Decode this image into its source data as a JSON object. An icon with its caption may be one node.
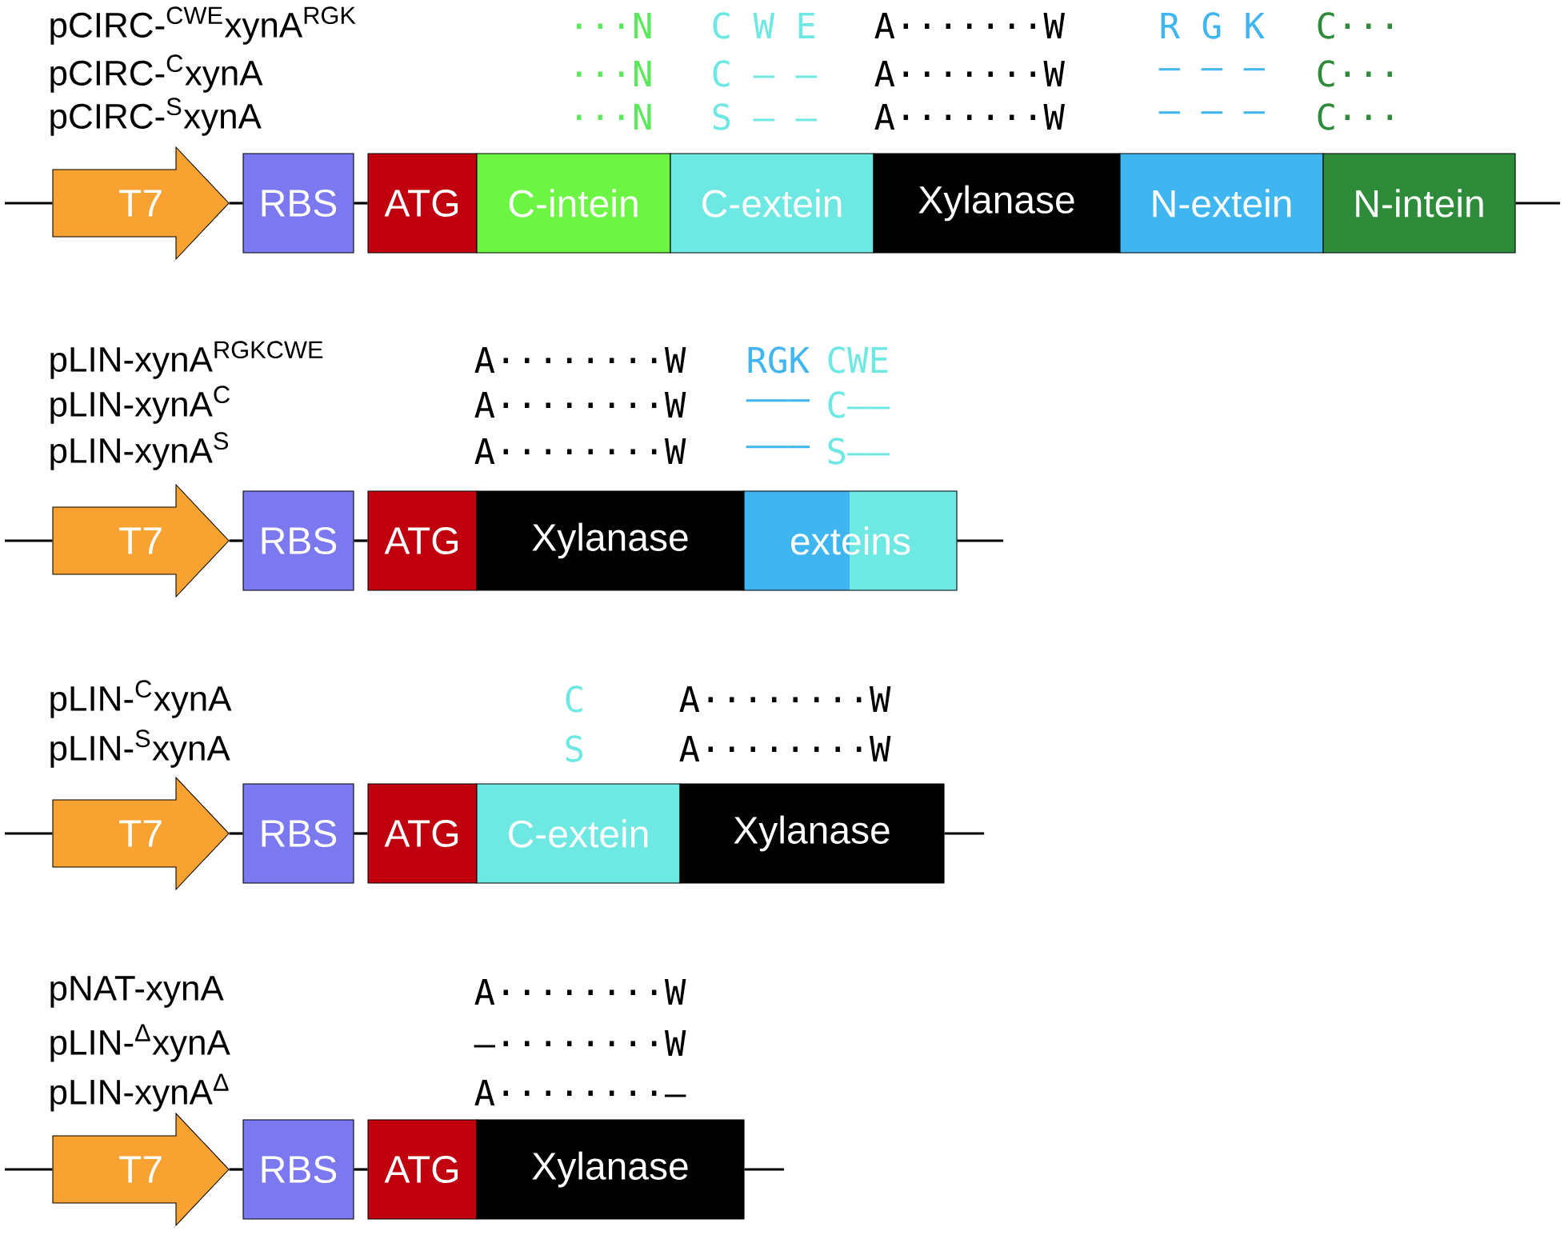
{
  "diagram": {
    "nodes": [
      {
        "text": [
          "T7"
        ]
      },
      {
        "text": [
          "RBS"
        ]
      },
      {
        "text": [
          "ATG"
        ]
      },
      {
        "text": [
          "C-intein"
        ]
      },
      {
        "text": [
          "C-extein"
        ]
      },
      {
        "text": [
          "Xylanase"
        ]
      },
      {
        "text": [
          "N-extein"
        ]
      },
      {
        "text": [
          "N-intein"
        ]
      },
      {
        "text": [
          "T7"
        ]
      },
      {
        "text": [
          "RBS"
        ]
      },
      {
        "text": [
          "ATG"
        ]
      },
      {
        "text": [
          "Xylanase"
        ]
      },
      {
        "text": [
          "exteins"
        ]
      },
      {
        "text": [
          "T7"
        ]
      },
      {
        "text": [
          "RBS"
        ]
      },
      {
        "text": [
          "ATG"
        ]
      },
      {
        "text": [
          "C-extein"
        ]
      },
      {
        "text": [
          "Xylanase"
        ]
      },
      {
        "text": [
          "T7"
        ]
      },
      {
        "text": [
          "RBS"
        ]
      },
      {
        "text": [
          "ATG"
        ]
      },
      {
        "text": [
          "Xylanase"
        ]
      }
    ],
    "edges": [
      {
        "from": null,
        "to": 0,
        "arrow": "none"
      },
      {
        "from": 0,
        "to": 1,
        "arrow": "none"
      },
      {
        "from": 1,
        "to": 2,
        "arrow": "none"
      },
      {
        "from": 7,
        "to": null,
        "arrow": "none"
      },
      {
        "from": null,
        "to": 8,
        "arrow": "none"
      },
      {
        "from": 8,
        "to": 9,
        "arrow": "none"
      },
      {
        "from": 9,
        "to": 10,
        "arrow": "none"
      },
      {
        "from": 12,
        "to": null,
        "arrow": "none"
      },
      {
        "from": null,
        "to": 13,
        "arrow": "none"
      },
      {
        "from": 13,
        "to": 14,
        "arrow": "none"
      },
      {
        "from": 14,
        "to": 15,
        "arrow": "none"
      },
      {
        "from": 17,
        "to": null,
        "arrow": "none"
      },
      {
        "from": null,
        "to": 18,
        "arrow": "none"
      },
      {
        "from": 18,
        "to": 19,
        "arrow": "none"
      },
      {
        "from": 19,
        "to": 20,
        "arrow": "none"
      },
      {
        "from": 21,
        "to": null,
        "arrow": "none"
      }
    ],
    "labels": [
      "pCIRC-$^{CWE}$xynA$^{RGK}$",
      "···N",
      "C W E",
      "A·······W",
      "R G K",
      "C···",
      "pCIRC-$^{C}$xynA",
      "···N",
      "C – –",
      "A·······W",
      "– – –",
      "C···",
      "pCIRC-$^{S}$xynA",
      "···N",
      "S – –",
      "A·······W",
      "– – –",
      "C···",
      "pLIN-xynA$^{RGKCWE}$",
      "A········W",
      "RGK",
      "CWE",
      "pLIN-xynA$^{C}$",
      "A········W",
      "–––",
      "C––",
      "pLIN-xynA$^{S}$",
      "A········W",
      "–––",
      "S––",
      "pLIN-$^{C}$xynA",
      "C",
      "A········W",
      "pLIN-$^{S}$xynA",
      "S",
      "A········W",
      "pNAT-xynA",
      "A········W",
      "pLIN-$^{Δ}$xynA",
      "–········W",
      "pLIN-xynA$^{Δ}$",
      "A········–"
    ]
  }
}
